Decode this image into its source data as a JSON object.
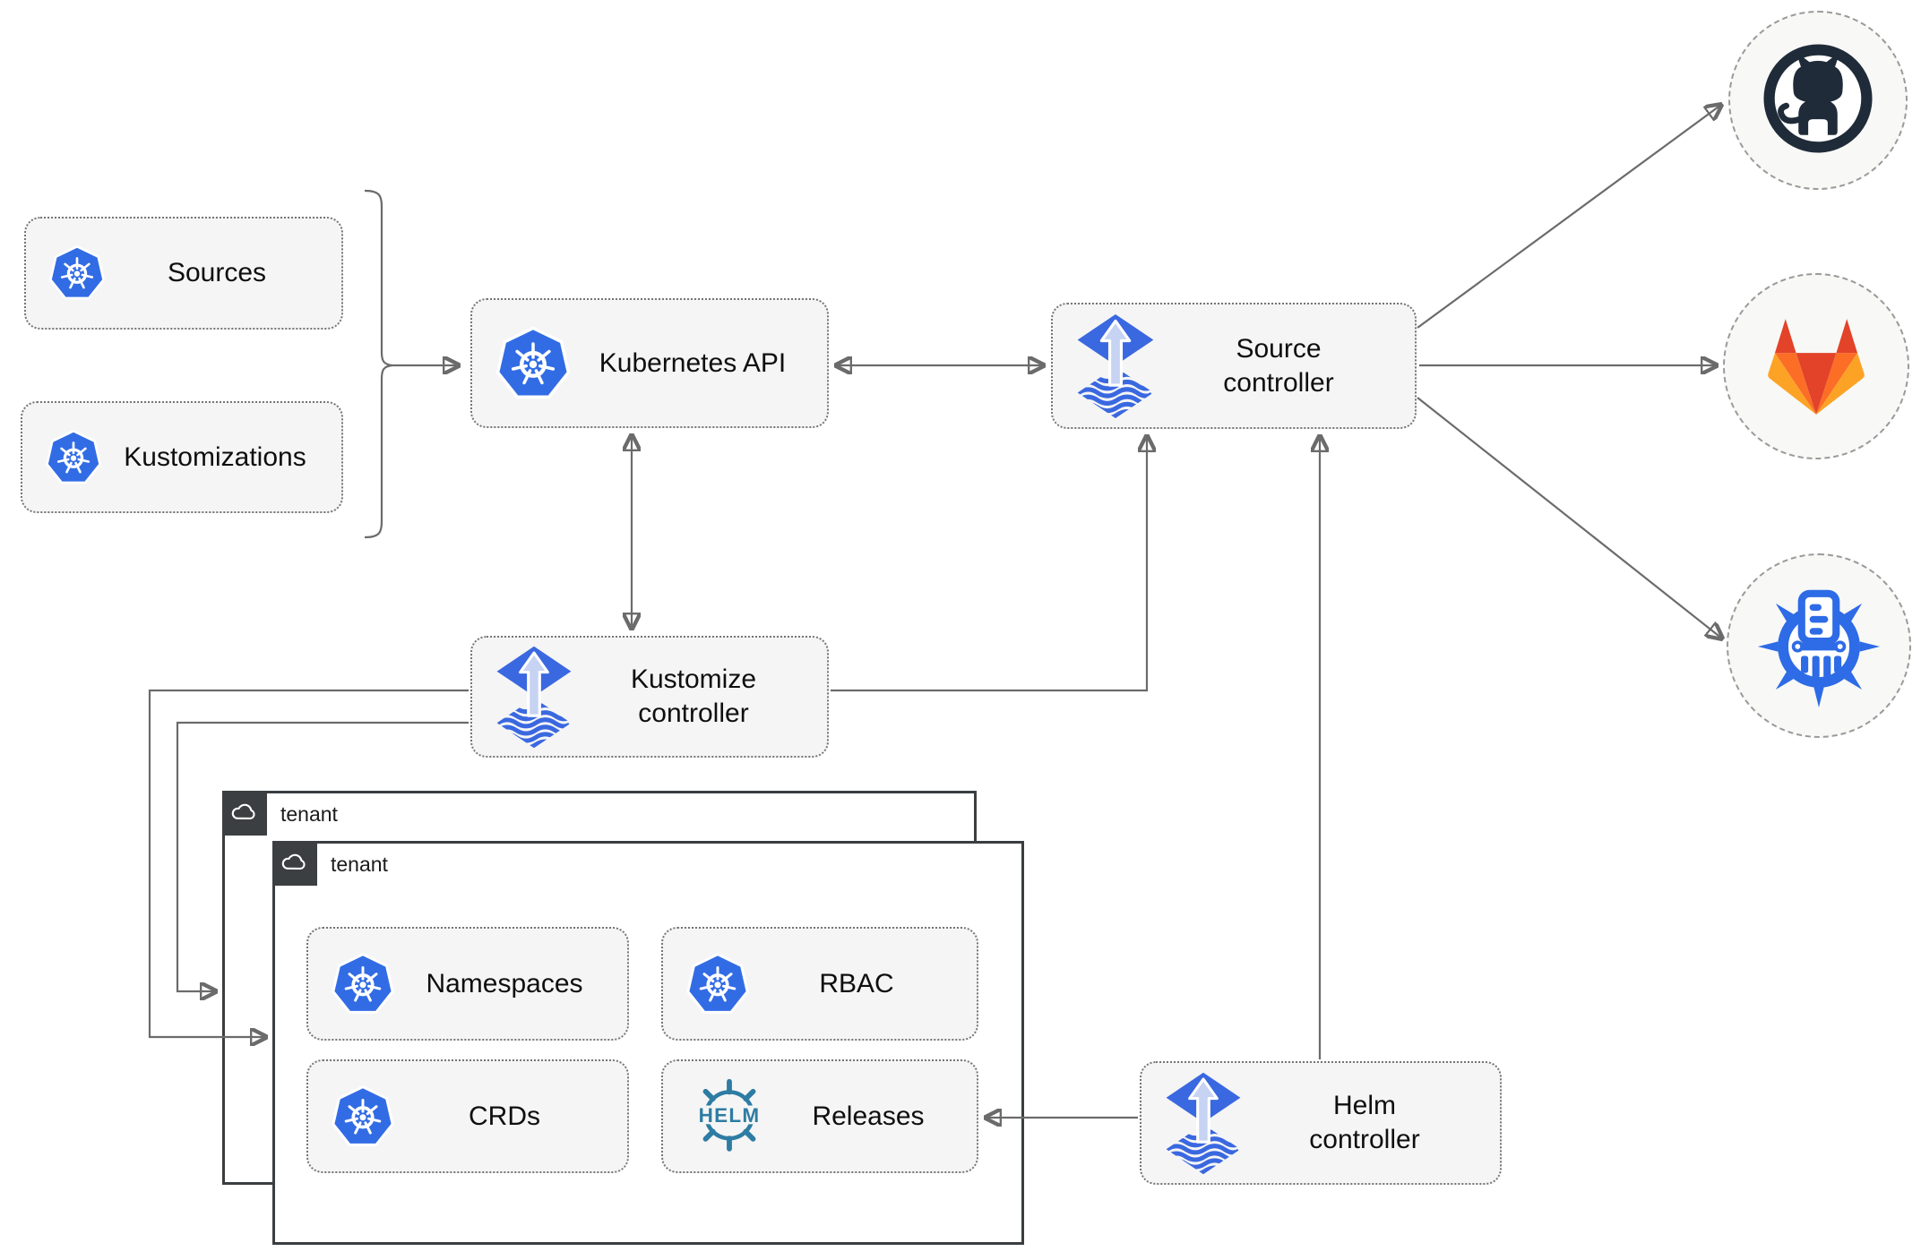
{
  "nodes": {
    "sources": {
      "label": "Sources"
    },
    "kustomizations": {
      "label": "Kustomizations"
    },
    "kubernetes_api": {
      "label": "Kubernetes API"
    },
    "source_controller": {
      "label": "Source controller"
    },
    "kustomize_controller": {
      "label": "Kustomize controller"
    },
    "helm_controller": {
      "label": "Helm controller"
    },
    "tenant_outer": {
      "label": "tenant"
    },
    "tenant_inner": {
      "label": "tenant"
    },
    "namespaces": {
      "label": "Namespaces"
    },
    "rbac": {
      "label": "RBAC"
    },
    "crds": {
      "label": "CRDs"
    },
    "releases": {
      "label": "Releases"
    }
  },
  "icons": {
    "kubernetes": "kubernetes-icon",
    "flux": "flux-icon",
    "helm": "helm-icon",
    "helm_logo_text": "HELM",
    "cloud": "cloud-icon",
    "github": "github-icon",
    "gitlab": "gitlab-icon",
    "registry": "container-registry-icon"
  },
  "colors": {
    "kubernetes_blue": "#326ce5",
    "flux_blue": "#3a68e0",
    "flux_arrow_light": "#c7d3f3",
    "helm_teal": "#2e7ca3",
    "github_dark": "#1f2b38",
    "gitlab_red": "#e24329",
    "gitlab_orange": "#fc6d26",
    "gitlab_light_orange": "#fca326",
    "registry_blue": "#2e6be6",
    "connector_gray": "#6b6b6b",
    "node_fill": "#f5f5f5",
    "tenant_tab_dark": "#3b3f42"
  }
}
